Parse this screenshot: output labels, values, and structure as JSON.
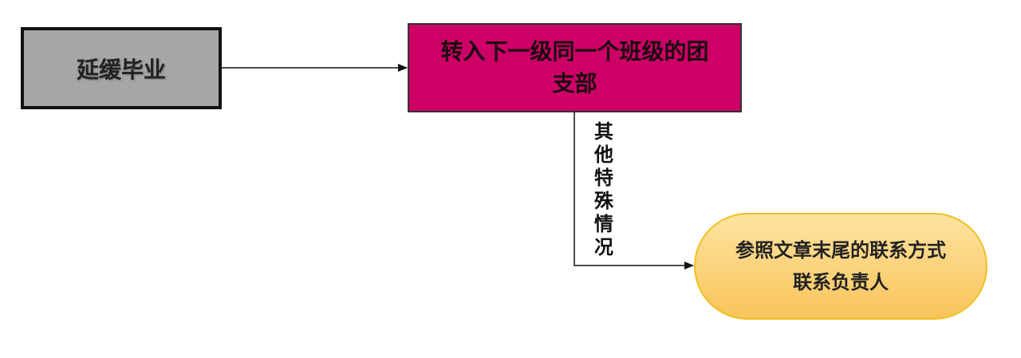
{
  "nodes": {
    "deferred": "延缓毕业",
    "transfer": "转入下一级同一个班级的团支部",
    "contact": "参照文章末尾的联系方式联系负责人"
  },
  "edges": {
    "special_label": "其他特殊情况"
  },
  "colors": {
    "deferred": "#a6a6a6",
    "transfer": "#cc0066",
    "contact": "#f9c45a"
  }
}
